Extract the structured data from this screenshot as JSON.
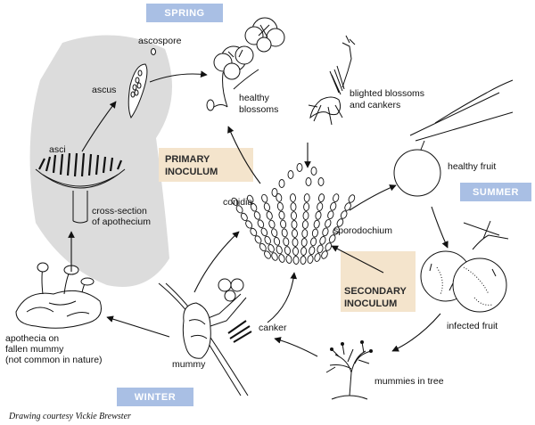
{
  "seasons": {
    "spring": "SPRING",
    "summer": "SUMMER",
    "winter": "WINTER"
  },
  "inoculum": {
    "primary_line1": "PRIMARY",
    "primary_line2": "INOCULUM",
    "secondary_line1": "SECONDARY",
    "secondary_line2": "INOCULUM"
  },
  "labels": {
    "ascospore": "ascospore",
    "ascus": "ascus",
    "asci": "asci",
    "cross_section_1": "cross-section",
    "cross_section_2": "of apothecium",
    "apothecia_1": "apothecia on",
    "apothecia_2": "fallen mummy",
    "apothecia_3": "(not common in nature)",
    "mummy": "mummy",
    "healthy_blossoms_1": "healthy",
    "healthy_blossoms_2": "blossoms",
    "blighted_1": "blighted blossoms",
    "blighted_2": "and cankers",
    "healthy_fruit": "healthy fruit",
    "conidia": "conidia",
    "sporodochium": "sporodochium",
    "canker": "canker",
    "infected_fruit": "infected fruit",
    "mummies_in_tree": "mummies in tree"
  },
  "credit": "Drawing courtesy Vickie Brewster",
  "colors": {
    "season_box": "#a9bfe4",
    "inoculum_box": "#f4e4cc",
    "winter_panel": "#dcdcdc"
  }
}
